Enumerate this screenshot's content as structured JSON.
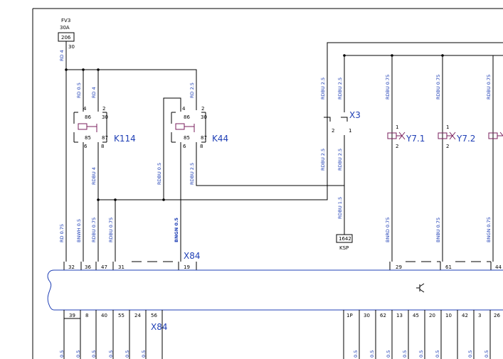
{
  "fuse": {
    "name": "FV3",
    "rating": "30A",
    "id": "206",
    "pin": "30"
  },
  "relays": [
    {
      "name": "K114",
      "pins": [
        "4",
        "2",
        "86",
        "30",
        "85",
        "87",
        "6",
        "8"
      ]
    },
    {
      "name": "K44",
      "pins": [
        "4",
        "2",
        "86",
        "30",
        "85",
        "87",
        "6",
        "8"
      ]
    }
  ],
  "connector_x3": {
    "name": "X3",
    "pins": [
      "2",
      "1"
    ]
  },
  "valves": [
    {
      "name": "Y7.1",
      "pins": [
        "1",
        "2"
      ]
    },
    {
      "name": "Y7.2",
      "pins": [
        "1",
        "2"
      ]
    }
  ],
  "wire_labels": {
    "rd4_top": "RD 4",
    "rd05": "RD 0.5",
    "rd4_k114": "RD 4",
    "rd25_k44": "RD 2.5",
    "rdbu25_a": "RDBU 2.5",
    "rdbu25_b": "RDBU 2.5",
    "rdbu075_1": "RDBU 0.75",
    "rdbu075_2": "RDBU 0.75",
    "rdbu075_3": "RDBU 0.75",
    "rdbu4": "RDBU 4",
    "rdbu05": "RDBU 0.5",
    "rdbu25_k44": "RDBU 2.5",
    "rdbu25_c": "RDBU 2.5",
    "rdbu25_d": "RDBU 2.5",
    "rdbu15": "RDBU 1.5",
    "rd075": "RD 0.75",
    "bnwh05": "BNWH 0.5",
    "rdbu075_low1": "RDBU 0.75",
    "rdbu075_low2": "RDBU 0.75",
    "bngn05": "BNGN 0.5",
    "bnrd075": "BNRD 0.75",
    "bnbu075": "BNBU 0.75",
    "bngn075": "BNGN 0.75"
  },
  "ksp": {
    "id": "1642",
    "label": "KSP"
  },
  "x84_upper": {
    "name": "X84",
    "pins": [
      "32",
      "36",
      "47",
      "31",
      "19",
      "29",
      "61",
      "44"
    ]
  },
  "x84_lower": {
    "name": "X84",
    "pins": [
      "39",
      "8",
      "40",
      "55",
      "24",
      "56"
    ],
    "right_pins": [
      "1P",
      "30",
      "62",
      "13",
      "45",
      "20",
      "10",
      "42",
      "3",
      "26"
    ]
  },
  "bottom_labels": [
    "0.5",
    "0.5",
    "0.5",
    "0.5",
    "0.5",
    "0.5",
    "0.5",
    "0.5",
    "0.5",
    "0.5",
    "0.5",
    "0.5",
    "0.5",
    "0.5"
  ]
}
